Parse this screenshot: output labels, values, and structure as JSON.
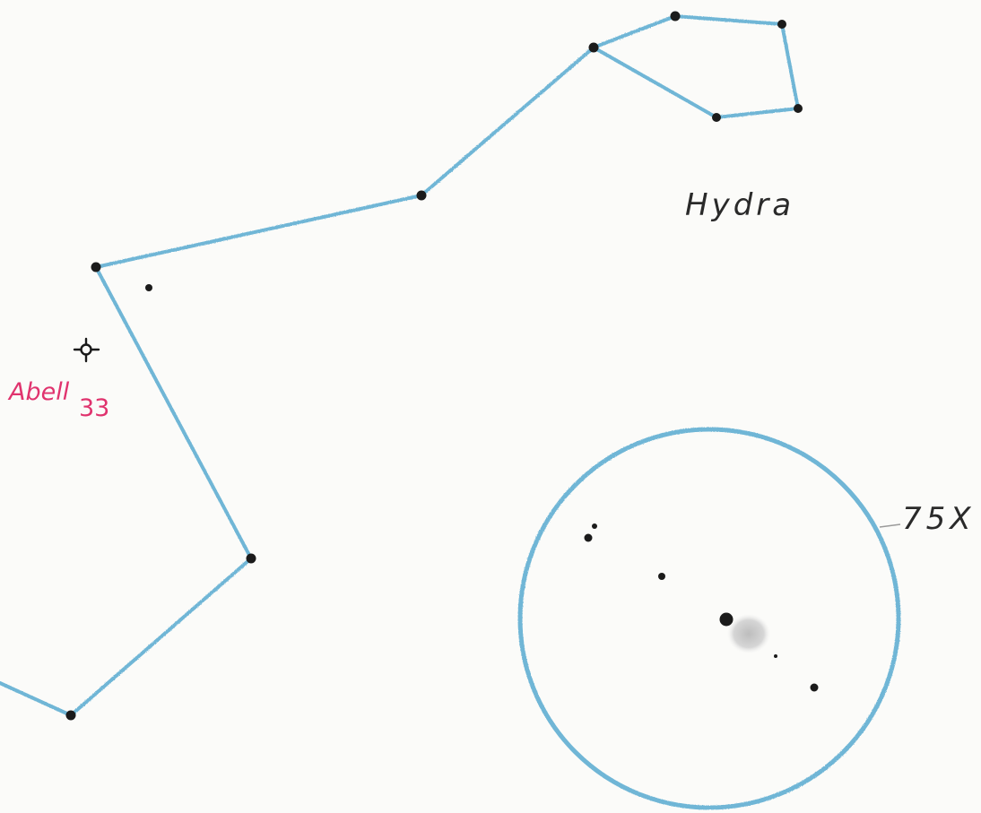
{
  "constellation": {
    "name": "Hydra",
    "line_color": "#6fb6d6",
    "star_color": "#1b1b1b"
  },
  "target": {
    "label_line1": "Abell",
    "label_line2": "33",
    "label_color": "#e0336e",
    "marker_icon": "planetary-nebula-symbol"
  },
  "eyepiece": {
    "magnification": "75X",
    "circle_color": "#6fb6d6"
  }
}
